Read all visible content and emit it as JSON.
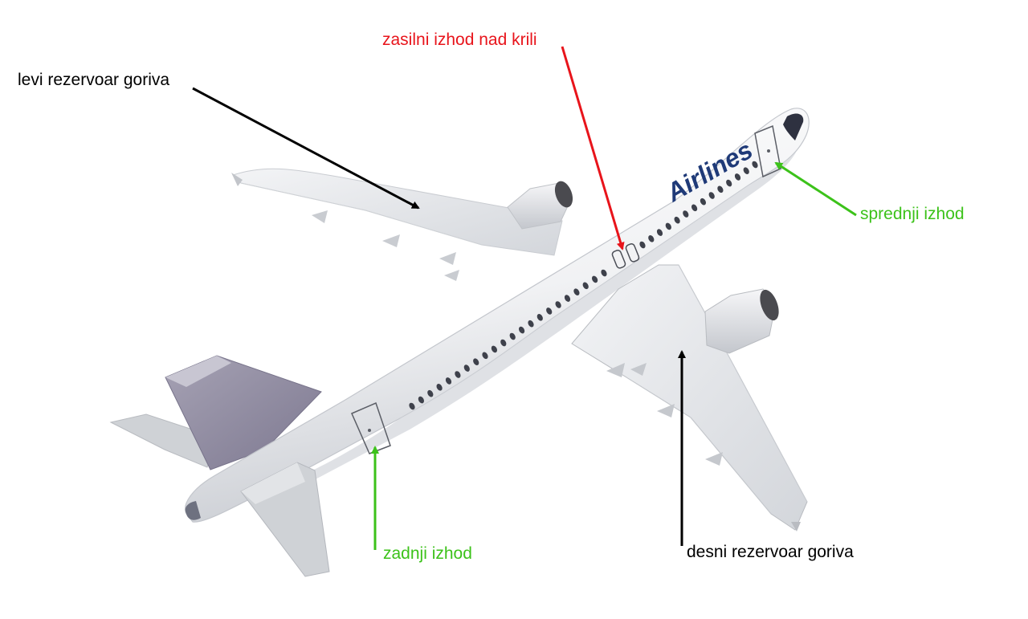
{
  "labels": {
    "left_tank": "levi rezervoar goriva",
    "overwing_exit": "zasilni izhod nad krili",
    "front_exit": "sprednji izhod",
    "rear_exit": "zadnji izhod",
    "right_tank": "desni rezervoar goriva"
  },
  "aircraft": {
    "livery_text": "Airlines"
  },
  "colors": {
    "black": "#000000",
    "red": "#e8141b",
    "green": "#3cc21a",
    "livery_blue": "#1f3a78",
    "tail_gray": "#8e8a9e"
  }
}
